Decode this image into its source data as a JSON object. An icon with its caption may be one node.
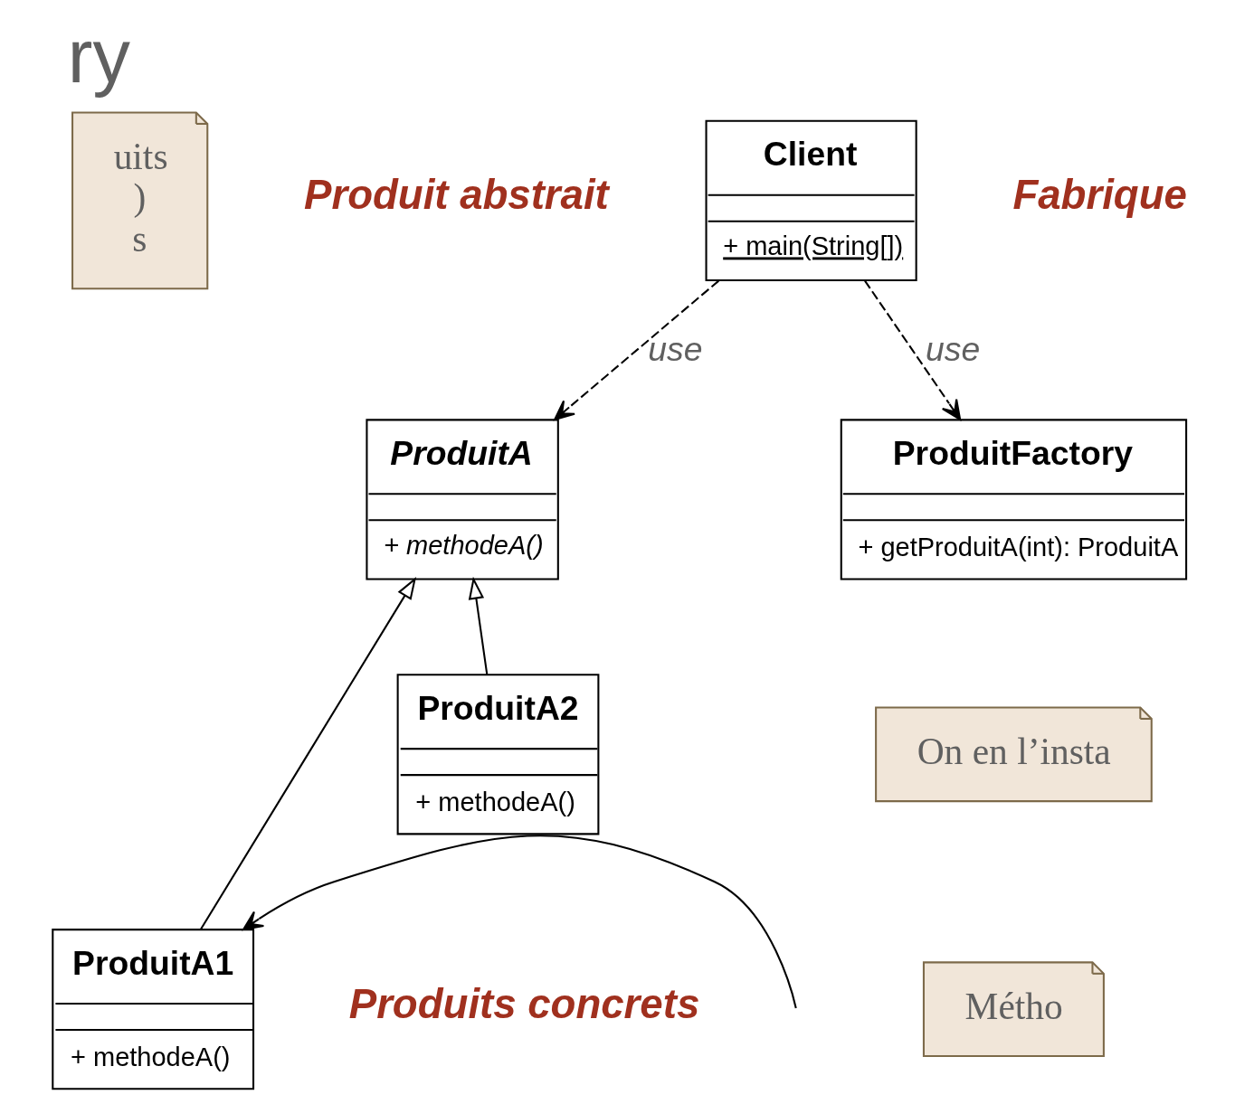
{
  "diagram": {
    "title": "ry",
    "nodes": [
      {
        "text": [
          "uits",
          ")",
          "s"
        ]
      },
      {
        "text": [
          "Client",
          "+ main(String[])"
        ]
      },
      {
        "text": [
          "ProduitA",
          "+ methodeA()"
        ]
      },
      {
        "text": [
          "ProduitFactory",
          "+ getProduitA(int): ProduitA"
        ]
      },
      {
        "text": [
          "ProduitA2",
          "+ methodeA()"
        ]
      },
      {
        "text": [
          "ProduitA1",
          "+ methodeA()"
        ]
      },
      {
        "text": [
          "On en l’insta"
        ]
      },
      {
        "text": [
          "Métho"
        ]
      }
    ],
    "edges": [
      {
        "from": 1,
        "to": 2,
        "arrow": "to",
        "style": "dashed",
        "label": "use"
      },
      {
        "from": 1,
        "to": 3,
        "arrow": "to",
        "style": "dashed",
        "label": "use"
      },
      {
        "from": 5,
        "to": 2,
        "arrow": "to"
      },
      {
        "from": 4,
        "to": 2,
        "arrow": "to"
      },
      {
        "from": null,
        "to": 5,
        "arrow": "to"
      }
    ],
    "labels": [
      "Produit abstrait",
      "Fabrique",
      "Produits concrets"
    ]
  }
}
